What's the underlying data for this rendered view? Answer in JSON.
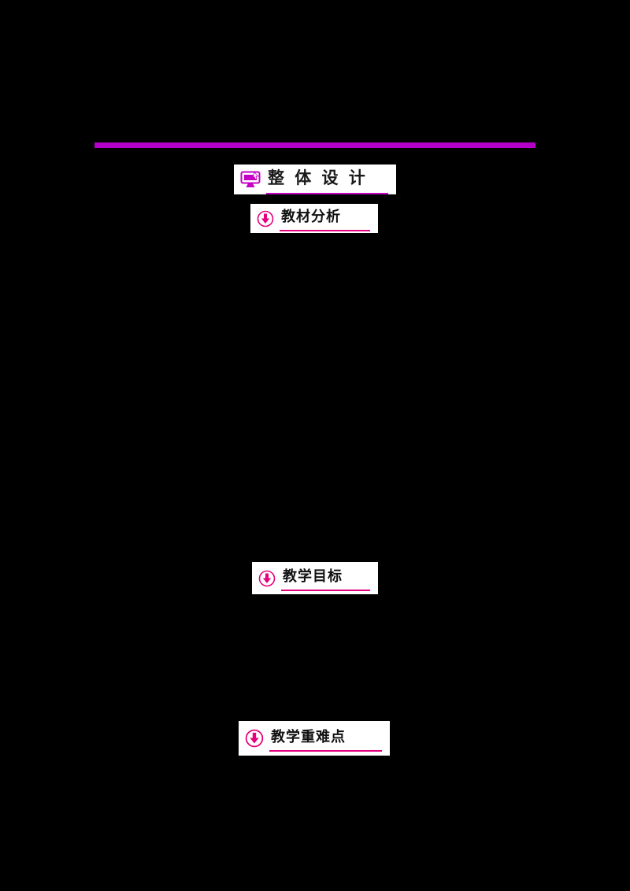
{
  "document": {
    "top_rule_color": "#b400c8",
    "accent_pink": "#e5007d",
    "accent_magenta": "#c400c4",
    "main_header": {
      "label": "整 体 设 计",
      "icon": "monitor-icon"
    },
    "sub_headers": [
      {
        "label": "教材分析",
        "icon": "download-arrow-icon"
      },
      {
        "label": "教学目标",
        "icon": "download-arrow-icon"
      },
      {
        "label": "教学重难点",
        "icon": "download-arrow-icon"
      }
    ]
  }
}
